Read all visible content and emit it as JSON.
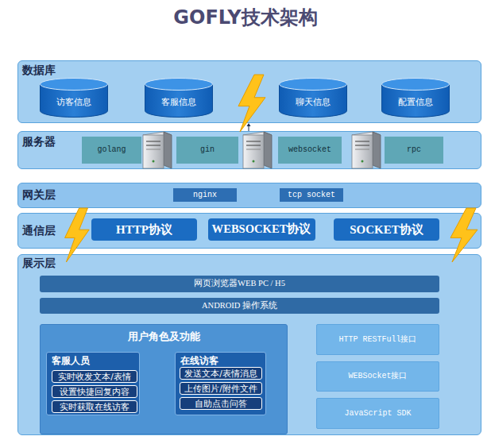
{
  "diagram": {
    "title": "GOFLY技术架构",
    "nodes": [
      {
        "text": [
          "数据库"
        ]
      },
      {
        "text": [
          "访客信息"
        ],
        "in": 0
      },
      {
        "text": [
          "客服信息"
        ],
        "in": 0
      },
      {
        "text": [
          "聊天信息"
        ],
        "in": 0
      },
      {
        "text": [
          "配置信息"
        ],
        "in": 0
      },
      {
        "text": [
          "服务器"
        ]
      },
      {
        "text": [
          "golang"
        ],
        "in": 5
      },
      {
        "text": [
          "gin"
        ],
        "in": 5
      },
      {
        "text": [
          "websocket"
        ],
        "in": 5
      },
      {
        "text": [
          "rpc"
        ],
        "in": 5
      },
      {
        "text": [
          "网关层"
        ]
      },
      {
        "text": [
          "nginx"
        ],
        "in": 10
      },
      {
        "text": [
          "tcp socket"
        ],
        "in": 10
      },
      {
        "text": [
          "通信层"
        ]
      },
      {
        "text": [
          "HTTP协议"
        ],
        "in": 13
      },
      {
        "text": [
          "WEBSOCKET协议"
        ],
        "in": 13
      },
      {
        "text": [
          "SOCKET协议"
        ],
        "in": 13
      },
      {
        "text": [
          "展示层"
        ]
      },
      {
        "text": [
          "网页浏览器WEB PC / H5"
        ],
        "in": 17
      },
      {
        "text": [
          "ANDROID 操作系统"
        ],
        "in": 17
      },
      {
        "text": [
          "用户角色及功能"
        ],
        "in": 17
      },
      {
        "text": [
          "客服人员"
        ],
        "in": 20
      },
      {
        "text": [
          "实时收发文本/表情"
        ],
        "in": 21
      },
      {
        "text": [
          "设置快捷回复内容"
        ],
        "in": 21
      },
      {
        "text": [
          "实时获取在线访客"
        ],
        "in": 21
      },
      {
        "text": [
          "在线访客"
        ],
        "in": 20
      },
      {
        "text": [
          "发送文本/表情消息"
        ],
        "in": 25
      },
      {
        "text": [
          "上传图片/附件文件"
        ],
        "in": 25
      },
      {
        "text": [
          "自助点击问答"
        ],
        "in": 25
      },
      {
        "text": [
          "HTTP RESTFull接口"
        ],
        "in": 17
      },
      {
        "text": [
          "WEBSocket接口"
        ],
        "in": 17
      },
      {
        "text": [
          "JavaScript SDK"
        ],
        "in": 17
      }
    ]
  }
}
